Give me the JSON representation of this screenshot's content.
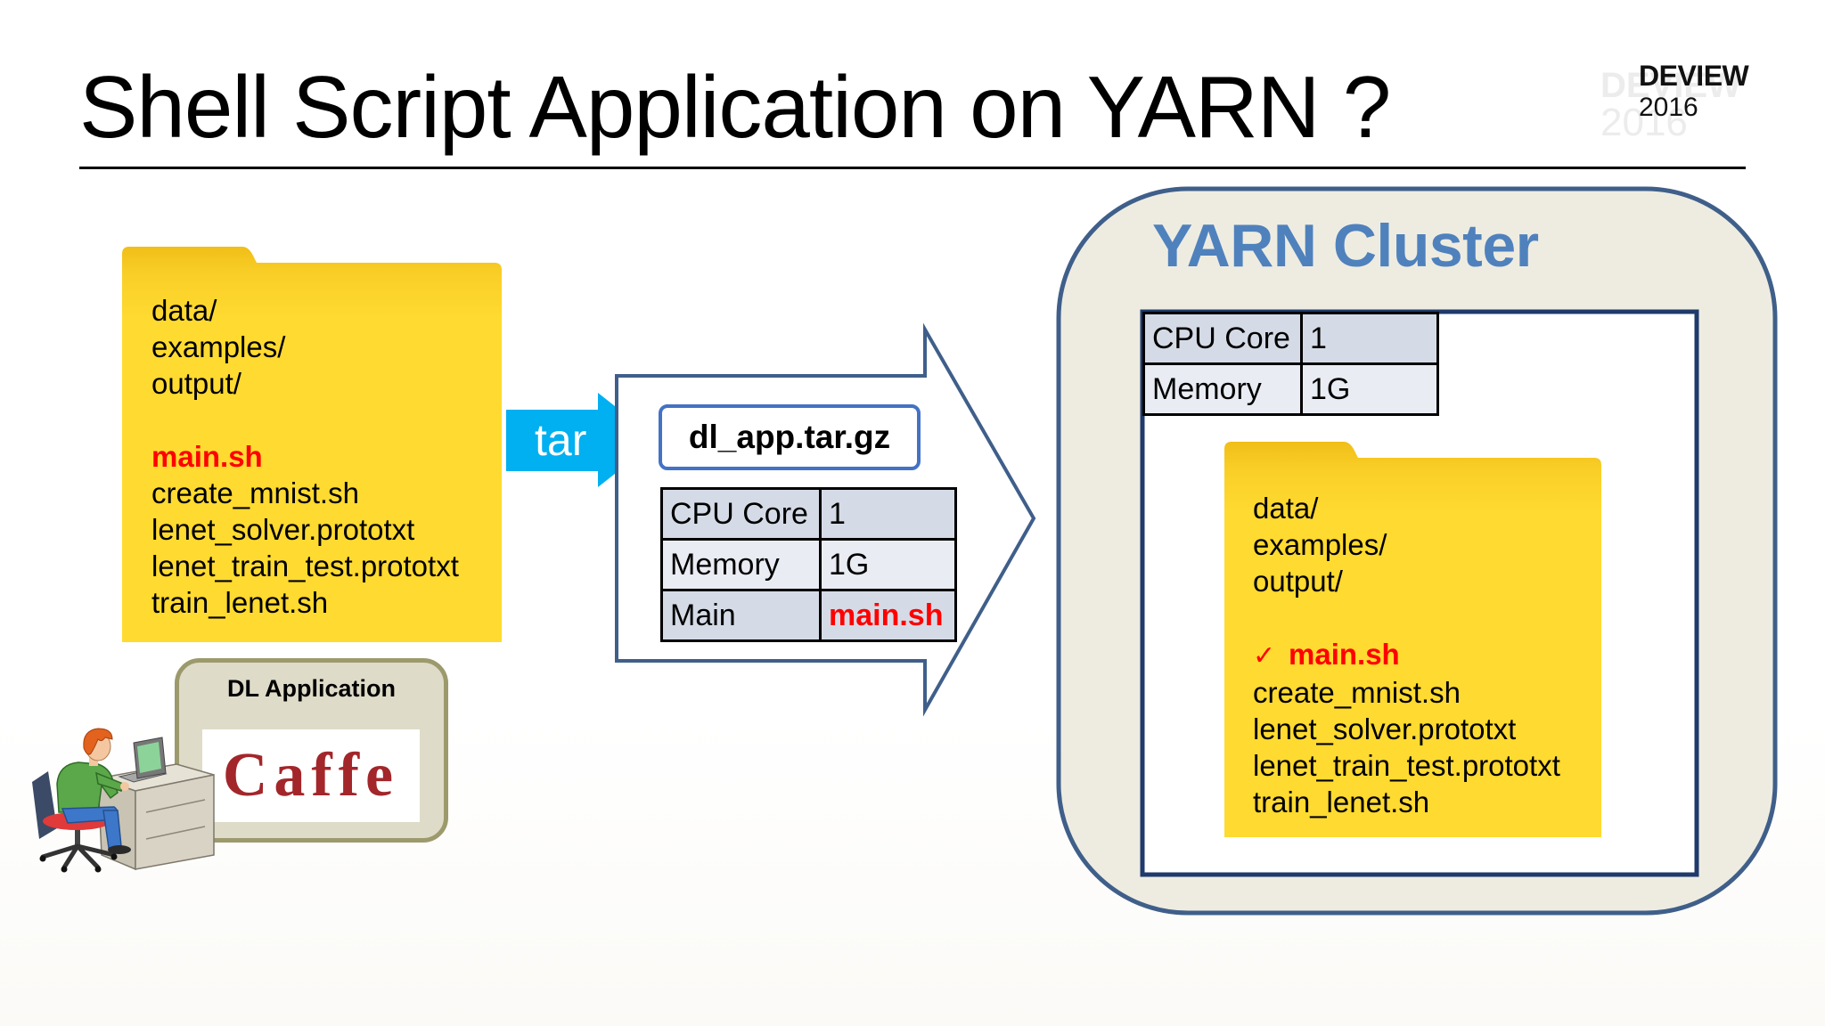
{
  "slide": {
    "title": "Shell Script Application on YARN ?",
    "logo": {
      "brand": "DEVIEW",
      "year": "2016"
    }
  },
  "local_folder": {
    "icon": "folder-icon",
    "dirs": [
      "data/",
      "examples/",
      "output/"
    ],
    "main_script": "main.sh",
    "files": [
      "create_mnist.sh",
      "lenet_solver.prototxt",
      "lenet_train_test.prototxt",
      "train_lenet.sh"
    ]
  },
  "tar_step": {
    "label": "tar",
    "icon": "arrow-right-icon"
  },
  "package": {
    "filename": "dl_app.tar.gz",
    "icon": "arrow-right-icon",
    "spec": [
      {
        "key": "CPU Core",
        "value": "1"
      },
      {
        "key": "Memory",
        "value": "1G"
      },
      {
        "key": "Main",
        "value": "main.sh"
      }
    ]
  },
  "dl_application": {
    "label": "DL Application",
    "framework_logo": "Caffe",
    "illustration": "developer-at-desk-icon"
  },
  "cluster": {
    "title": "YARN Cluster",
    "spec": [
      {
        "key": "CPU Core",
        "value": "1"
      },
      {
        "key": "Memory",
        "value": "1G"
      }
    ],
    "folder": {
      "icon": "folder-icon",
      "dirs": [
        "data/",
        "examples/",
        "output/"
      ],
      "check_mark": "✓",
      "main_script": "main.sh",
      "files": [
        "create_mnist.sh",
        "lenet_solver.prototxt",
        "lenet_train_test.prototxt",
        "train_lenet.sh"
      ]
    }
  },
  "colors": {
    "cluster_title_blue": "#4F81BD",
    "highlight_red": "#FF0000",
    "tar_arrow_cyan": "#00B0F0",
    "folder_yellow": "#FFDA30",
    "cluster_fill": "#EEECE1",
    "outline_blue": "#3F5F8A",
    "node_border": "#1F3A6B",
    "package_border": "#4472C4",
    "caffe_red": "#A3262A",
    "dl_box_fill": "#DEDBC8",
    "dl_box_border": "#9C9A6C"
  }
}
